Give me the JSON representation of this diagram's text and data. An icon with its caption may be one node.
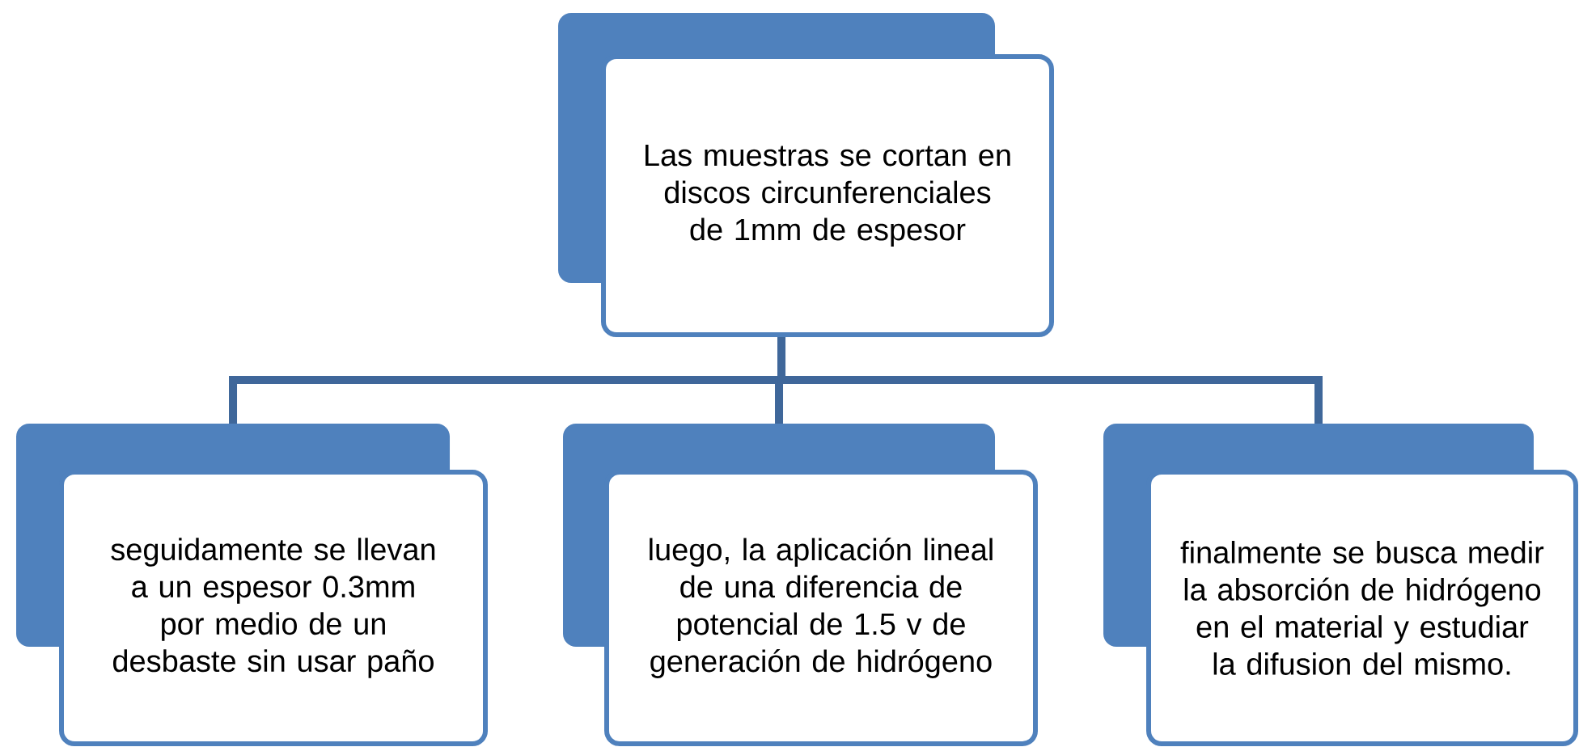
{
  "diagram": {
    "nodes": [
      {
        "text": [
          "Las muestras se cortan en discos circunferenciales de 1mm de espesor"
        ]
      },
      {
        "text": [
          "seguidamente se llevan a un espesor 0.3mm por medio de un desbaste sin usar paño"
        ]
      },
      {
        "text": [
          "luego, la aplicación lineal de una diferencia de potencial de 1.5 v de generación de hidrógeno"
        ]
      },
      {
        "text": [
          "finalmente se busca medir la absorción de hidrógeno en el material y estudiar la difusion del mismo."
        ]
      }
    ],
    "edges": [
      {
        "from": 0,
        "to": 1,
        "arrow": "none"
      },
      {
        "from": 0,
        "to": 2,
        "arrow": "none"
      },
      {
        "from": 0,
        "to": 3,
        "arrow": "none"
      }
    ]
  }
}
